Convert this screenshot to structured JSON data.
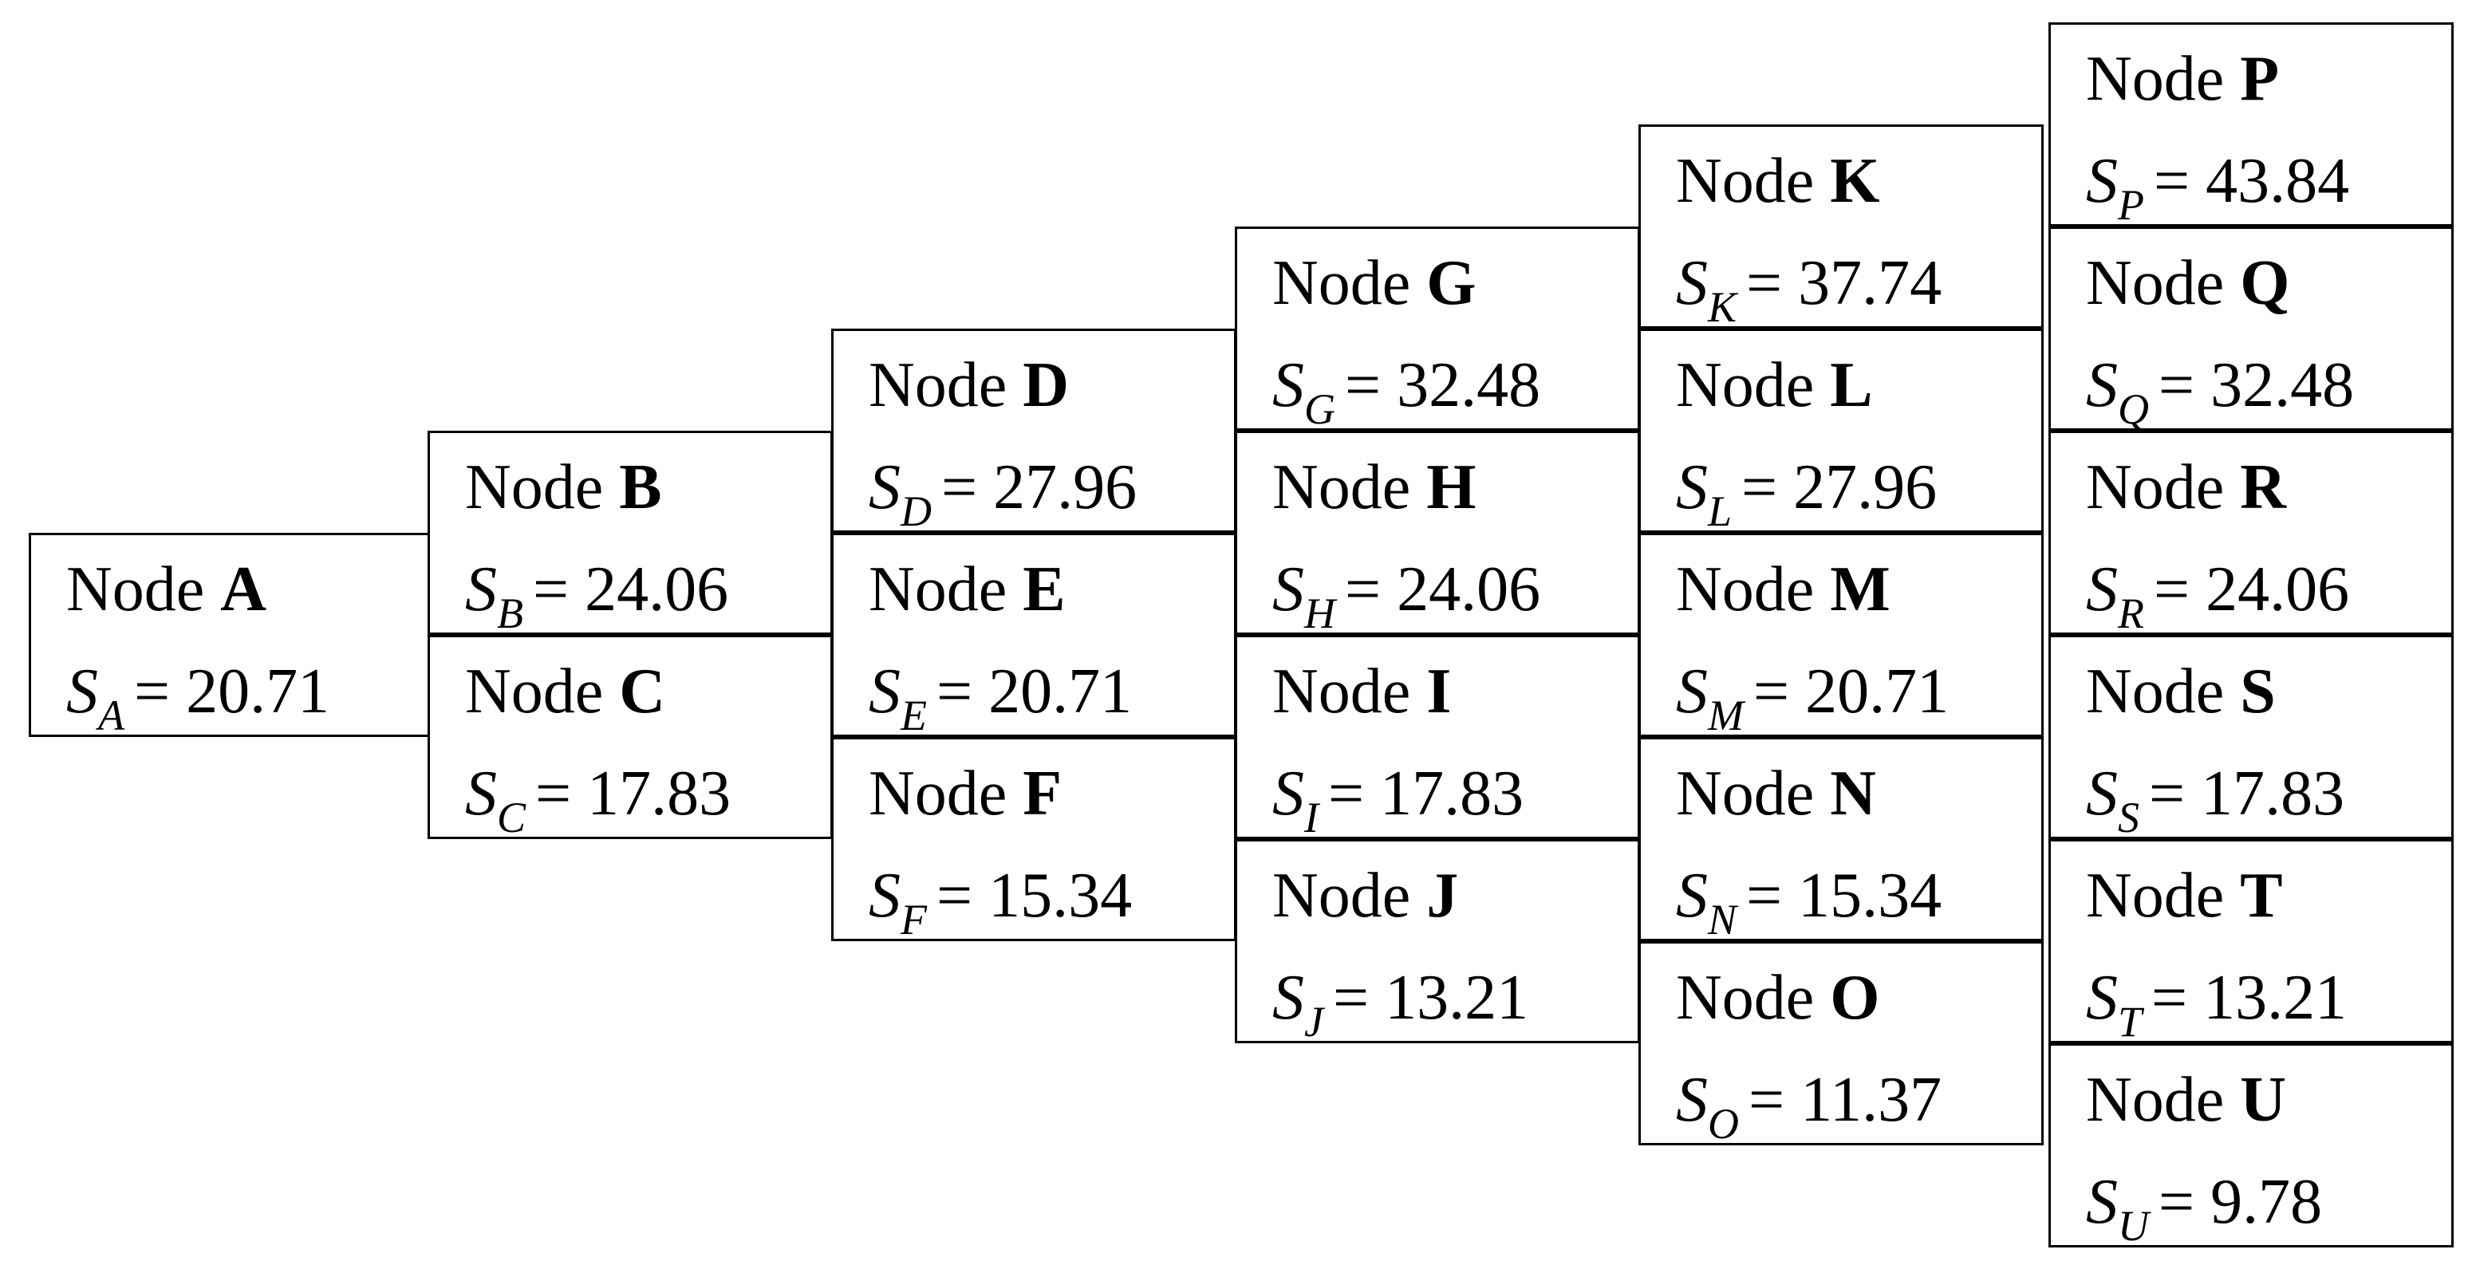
{
  "node_prefix": "Node",
  "state_symbol": "S",
  "columns": [
    {
      "nodes": [
        {
          "id": "A",
          "value": "20.71"
        }
      ]
    },
    {
      "nodes": [
        {
          "id": "B",
          "value": "24.06"
        },
        {
          "id": "C",
          "value": "17.83"
        }
      ]
    },
    {
      "nodes": [
        {
          "id": "D",
          "value": "27.96"
        },
        {
          "id": "E",
          "value": "20.71"
        },
        {
          "id": "F",
          "value": "15.34"
        }
      ]
    },
    {
      "nodes": [
        {
          "id": "G",
          "value": "32.48"
        },
        {
          "id": "H",
          "value": "24.06"
        },
        {
          "id": "I",
          "value": "17.83"
        },
        {
          "id": "J",
          "value": "13.21"
        }
      ]
    },
    {
      "nodes": [
        {
          "id": "K",
          "value": "37.74"
        },
        {
          "id": "L",
          "value": "27.96"
        },
        {
          "id": "M",
          "value": "20.71"
        },
        {
          "id": "N",
          "value": "15.34"
        },
        {
          "id": "O",
          "value": "11.37"
        }
      ]
    },
    {
      "nodes": [
        {
          "id": "P",
          "value": "43.84"
        },
        {
          "id": "Q",
          "value": "32.48"
        },
        {
          "id": "R",
          "value": "24.06"
        },
        {
          "id": "S",
          "value": "17.83"
        },
        {
          "id": "T",
          "value": "13.21"
        },
        {
          "id": "U",
          "value": "9.78"
        }
      ]
    }
  ]
}
